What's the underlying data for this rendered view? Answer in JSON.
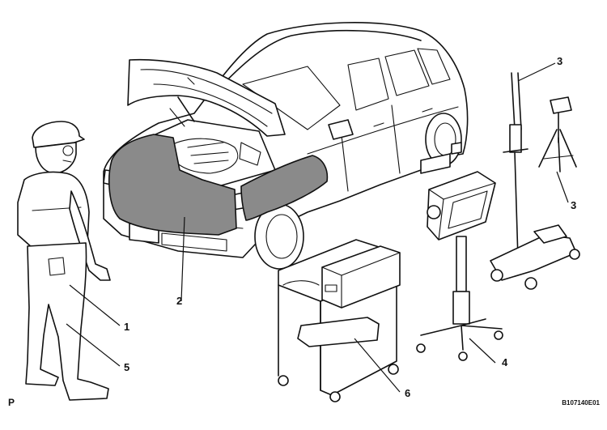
{
  "callouts": [
    {
      "id": "1",
      "label": "1"
    },
    {
      "id": "2",
      "label": "2"
    },
    {
      "id": "3a",
      "label": "3"
    },
    {
      "id": "3b",
      "label": "3"
    },
    {
      "id": "4",
      "label": "4"
    },
    {
      "id": "5",
      "label": "5"
    },
    {
      "id": "6",
      "label": "6"
    }
  ],
  "corner_left": "P",
  "figure_code": "B107140E01"
}
